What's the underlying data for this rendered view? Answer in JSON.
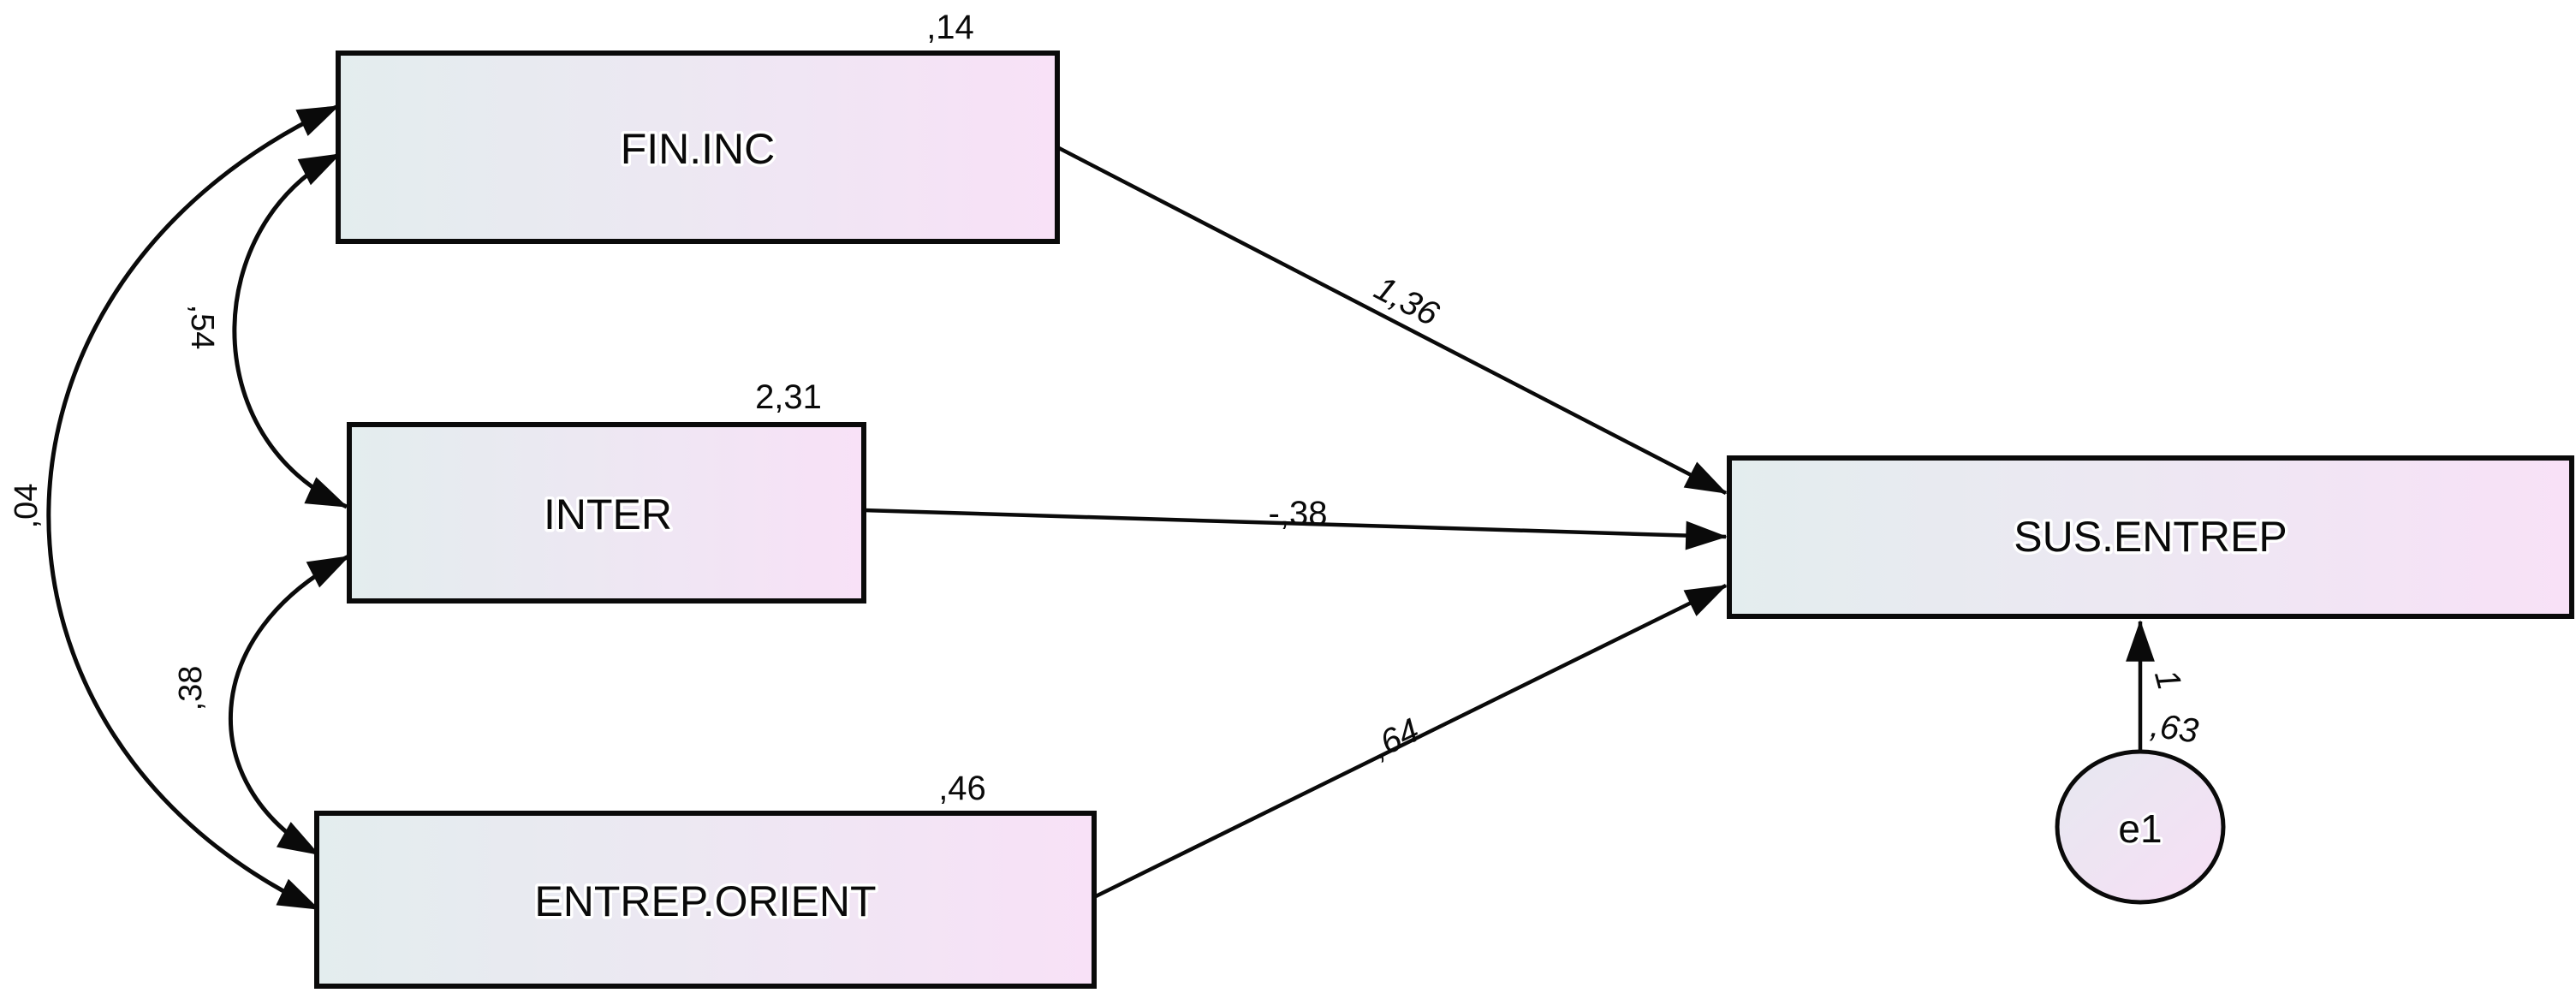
{
  "diagram": {
    "kind": "sem-path-diagram",
    "background_color": "#ffffff",
    "node_fill_left": "#e3edee",
    "node_fill_right": "#f8e1f7",
    "line_color": "#0a0a0a",
    "nodes": {
      "fin_inc": {
        "label": "FIN.INC",
        "variance": ",14",
        "shape": "rectangle"
      },
      "inter": {
        "label": "INTER",
        "variance": "2,31",
        "shape": "rectangle"
      },
      "entrep_orient": {
        "label": "ENTREP.ORIENT",
        "variance": ",46",
        "shape": "rectangle"
      },
      "sus_entrep": {
        "label": "SUS.ENTREP",
        "shape": "rectangle"
      },
      "e1": {
        "label": "e1",
        "variance": ",63",
        "shape": "ellipse"
      }
    },
    "regressions": [
      {
        "from": "FIN.INC",
        "to": "SUS.ENTREP",
        "weight": "1,36"
      },
      {
        "from": "INTER",
        "to": "SUS.ENTREP",
        "weight": "-,38"
      },
      {
        "from": "ENTREP.ORIENT",
        "to": "SUS.ENTREP",
        "weight": ",64"
      },
      {
        "from": "e1",
        "to": "SUS.ENTREP",
        "weight": "1"
      }
    ],
    "covariances": [
      {
        "a": "FIN.INC",
        "b": "INTER",
        "value": ",54"
      },
      {
        "a": "FIN.INC",
        "b": "ENTREP.ORIENT",
        "value": ",04"
      },
      {
        "a": "INTER",
        "b": "ENTREP.ORIENT",
        "value": ",38"
      }
    ]
  }
}
